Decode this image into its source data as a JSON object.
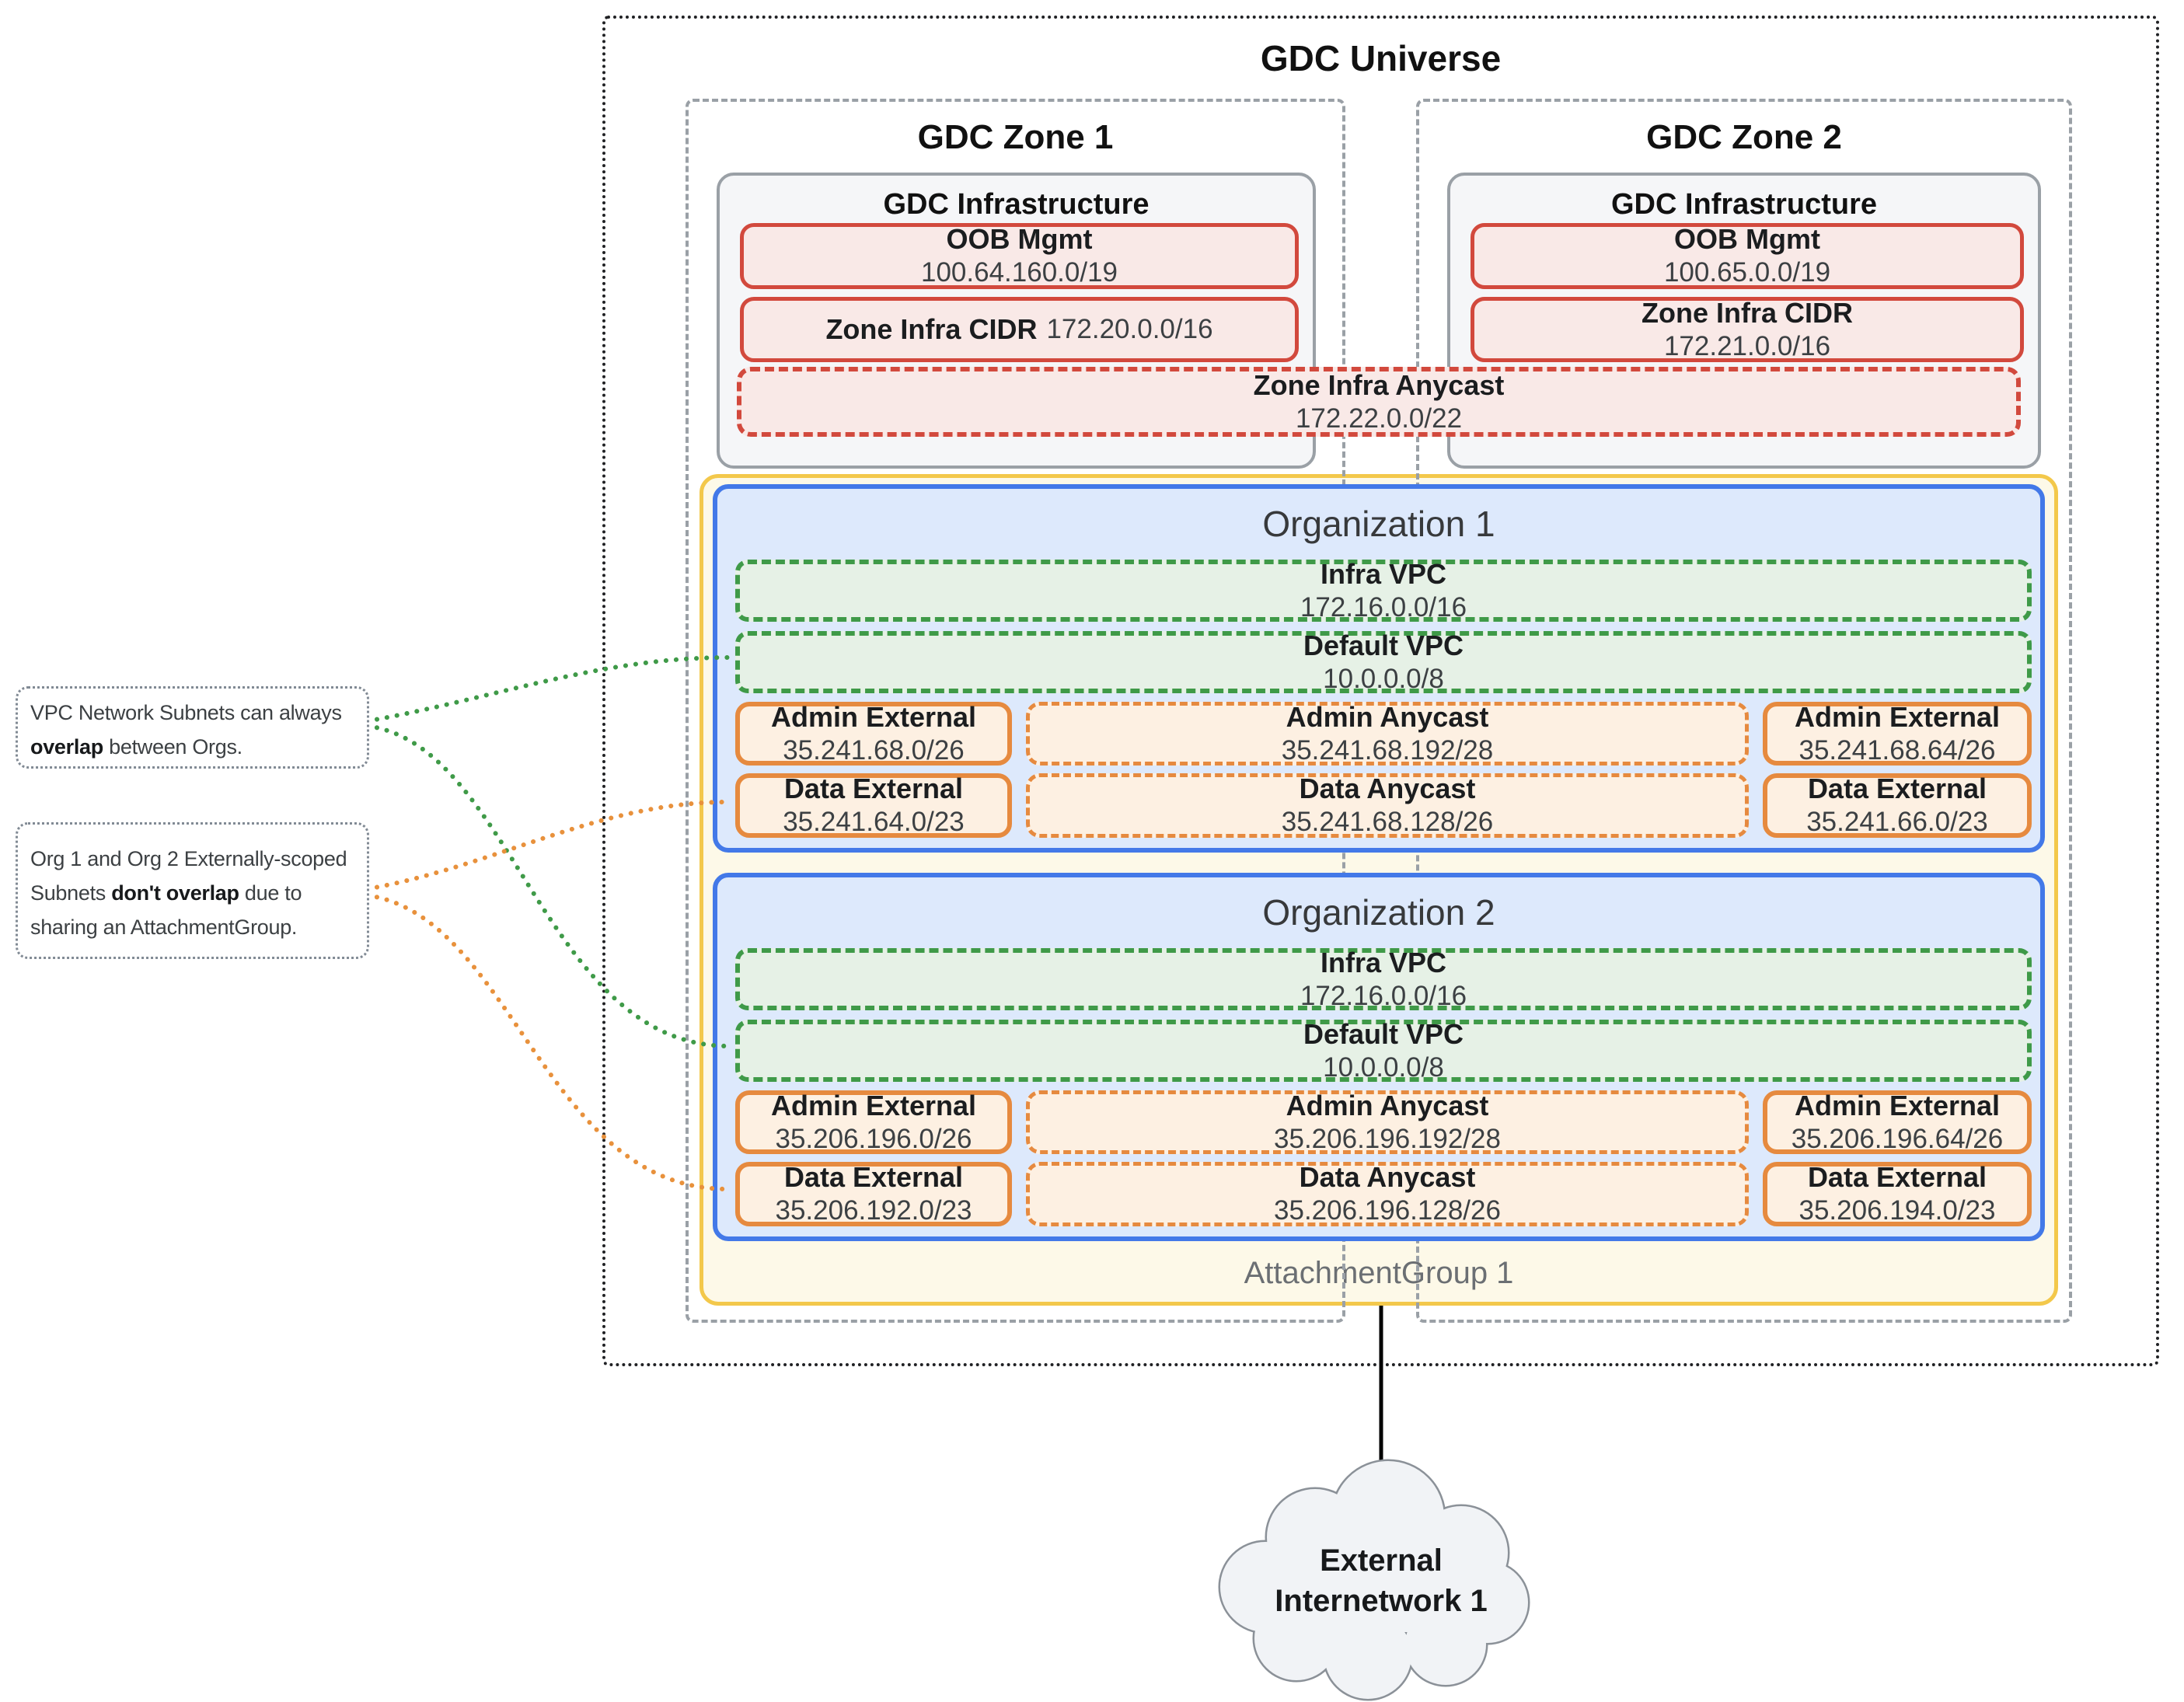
{
  "universe": {
    "title": "GDC Universe"
  },
  "zones": [
    {
      "title": "GDC Zone 1",
      "infra_title": "GDC Infrastructure",
      "oob": {
        "label": "OOB Mgmt",
        "cidr": "100.64.160.0/19"
      },
      "zone_cidr": {
        "label": "Zone Infra CIDR",
        "cidr": "172.20.0.0/16"
      }
    },
    {
      "title": "GDC Zone 2",
      "infra_title": "GDC Infrastructure",
      "oob": {
        "label": "OOB Mgmt",
        "cidr": "100.65.0.0/19"
      },
      "zone_cidr": {
        "label": "Zone Infra CIDR",
        "cidr": "172.21.0.0/16"
      }
    }
  ],
  "zone_infra_anycast": {
    "label": "Zone Infra Anycast",
    "cidr": "172.22.0.0/22"
  },
  "attachment_group": {
    "label": "AttachmentGroup 1"
  },
  "organizations": [
    {
      "title": "Organization 1",
      "infra_vpc": {
        "label": "Infra VPC",
        "cidr": "172.16.0.0/16"
      },
      "default_vpc": {
        "label": "Default VPC",
        "cidr": "10.0.0.0/8"
      },
      "admin_external_left": {
        "label": "Admin External",
        "cidr": "35.241.68.0/26"
      },
      "admin_anycast": {
        "label": "Admin Anycast",
        "cidr": "35.241.68.192/28"
      },
      "admin_external_right": {
        "label": "Admin External",
        "cidr": "35.241.68.64/26"
      },
      "data_external_left": {
        "label": "Data External",
        "cidr": "35.241.64.0/23"
      },
      "data_anycast": {
        "label": "Data Anycast",
        "cidr": "35.241.68.128/26"
      },
      "data_external_right": {
        "label": "Data External",
        "cidr": "35.241.66.0/23"
      }
    },
    {
      "title": "Organization 2",
      "infra_vpc": {
        "label": "Infra VPC",
        "cidr": "172.16.0.0/16"
      },
      "default_vpc": {
        "label": "Default VPC",
        "cidr": "10.0.0.0/8"
      },
      "admin_external_left": {
        "label": "Admin External",
        "cidr": "35.206.196.0/26"
      },
      "admin_anycast": {
        "label": "Admin Anycast",
        "cidr": "35.206.196.192/28"
      },
      "admin_external_right": {
        "label": "Admin External",
        "cidr": "35.206.196.64/26"
      },
      "data_external_left": {
        "label": "Data External",
        "cidr": "35.206.192.0/23"
      },
      "data_anycast": {
        "label": "Data Anycast",
        "cidr": "35.206.196.128/26"
      },
      "data_external_right": {
        "label": "Data External",
        "cidr": "35.206.194.0/23"
      }
    }
  ],
  "annotations": [
    {
      "line1": "VPC Network Subnets can always",
      "line2_bold": "overlap",
      "line2_rest": " between Orgs."
    },
    {
      "line1": "Org 1 and Org 2 Externally-scoped",
      "line2_pre": "Subnets ",
      "line2_bold": "don't overlap",
      "line2_post": " due to",
      "line3": "sharing an AttachmentGroup."
    }
  ],
  "external_network": {
    "line1": "External",
    "line2": "Internetwork 1"
  },
  "colors": {
    "red_border": "#d2493d",
    "red_fill": "#f9e9e7",
    "green_border": "#3f9a48",
    "green_fill": "#e6f1e6",
    "orange_border": "#e68a3f",
    "orange_fill": "#fdf0e2",
    "blue_border": "#4379e8",
    "blue_fill": "#dde9fc",
    "yellow_border": "#f3c84b",
    "yellow_fill": "#fdf9e8",
    "gray_border": "#9aa0a6",
    "infra_fill": "#f5f6f8",
    "connector_green": "#3f9a48",
    "connector_orange": "#e8913c"
  }
}
